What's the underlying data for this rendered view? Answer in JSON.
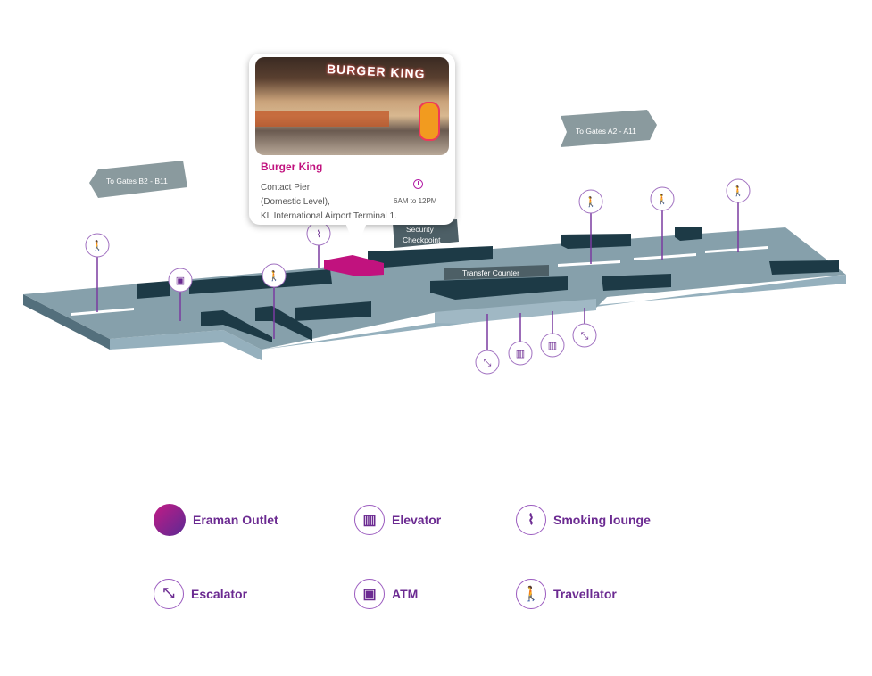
{
  "map": {
    "directions": [
      {
        "label": "To Gates B2 - B11"
      },
      {
        "label": "To Gates A2 - A11"
      }
    ],
    "zones": {
      "security": [
        "Security",
        "Checkpoint"
      ],
      "transfer": "Transfer Counter"
    },
    "highlight_color": "#c1127e"
  },
  "popup": {
    "photo_sign": "BURGER KING",
    "name": "Burger King",
    "address_lines": [
      "Contact Pier",
      "(Domestic Level),",
      "KL International Airport Terminal 1."
    ],
    "hours": "6AM to 12PM",
    "icon": "clock-icon"
  },
  "legend": [
    {
      "label": "Eraman Outlet",
      "icon": "eraman-outlet-icon"
    },
    {
      "label": "Elevator",
      "icon": "elevator-icon"
    },
    {
      "label": "Smoking lounge",
      "icon": "smoking-lounge-icon"
    },
    {
      "label": "Escalator",
      "icon": "escalator-icon"
    },
    {
      "label": "ATM",
      "icon": "atm-icon"
    },
    {
      "label": "Travellator",
      "icon": "travellator-icon"
    }
  ],
  "colors": {
    "accent": "#6b2a91",
    "magenta": "#c1127e",
    "floor": "#8a9ea8",
    "wall": "#1f3a46"
  }
}
